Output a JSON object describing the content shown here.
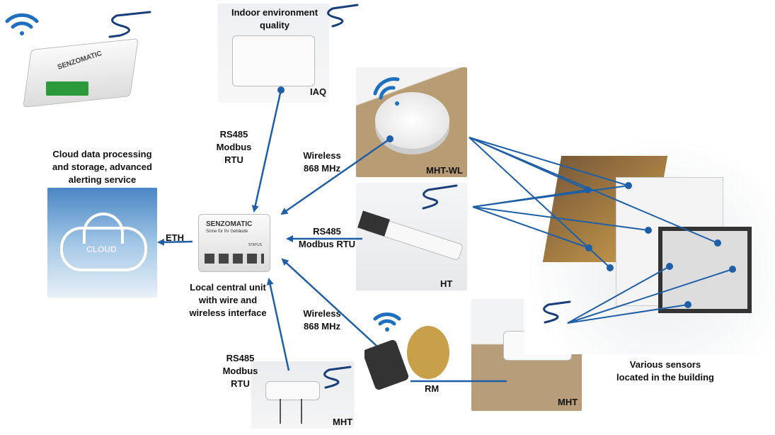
{
  "colors": {
    "line": "#1f5fa8",
    "wifi": "#1f6fc0"
  },
  "gateway": {
    "brand": "SENZOMATIC"
  },
  "iaq": {
    "title": "Indoor environment quality",
    "tag": "IAQ"
  },
  "mht_wl": {
    "tag": "MHT-WL"
  },
  "ht": {
    "tag": "HT"
  },
  "rm": {
    "tag": "RM"
  },
  "mht_bottom": {
    "tag": "MHT"
  },
  "mht_right": {
    "tag": "MHT"
  },
  "cloud": {
    "caption": "Cloud data processing and storage, advanced alerting service",
    "label": "CLOUD"
  },
  "central": {
    "brand": "SENZOMATIC",
    "subtitle": "Sinne für Ihr Gebäude",
    "status": "STATUS",
    "caption": "Local central unit with wire and wireless interface"
  },
  "links": {
    "eth": "ETH",
    "iaq": "RS485 Modbus RTU",
    "mht_wl": "Wireless 868 MHz",
    "ht": "RS485 Modbus RTU",
    "rm": "Wireless 868 MHz",
    "mht": "RS485 Modbus RTU"
  },
  "building": {
    "caption": "Various sensors located in the building"
  }
}
